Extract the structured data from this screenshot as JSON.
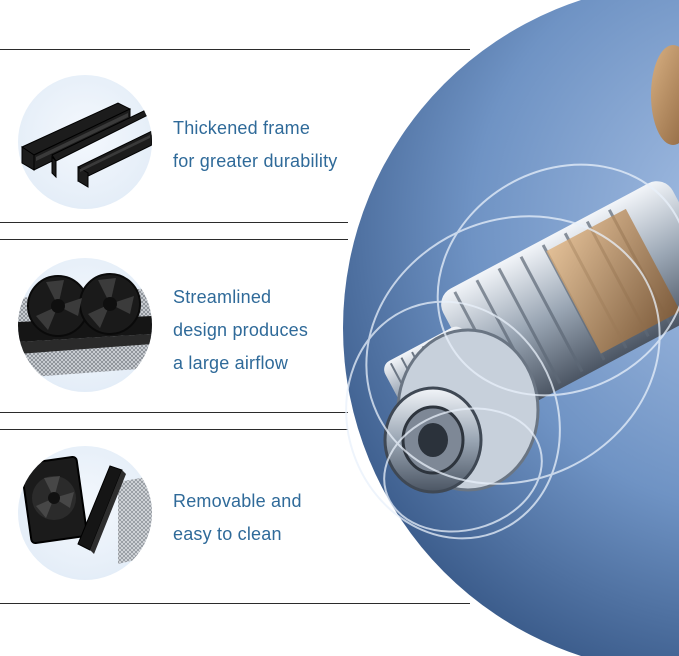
{
  "features": [
    {
      "icon": "frame-profile-icon",
      "lines": [
        "Thickened frame",
        "for greater durability"
      ]
    },
    {
      "icon": "fan-filter-icon",
      "lines": [
        "Streamlined",
        "design produces",
        "a large airflow"
      ]
    },
    {
      "icon": "removable-filter-icon",
      "lines": [
        "Removable and",
        "easy to clean"
      ]
    }
  ],
  "hero": {
    "icon": "motor-rotor-icon"
  },
  "colors": {
    "text": "#2f6a99",
    "circle": "#6f93c4",
    "rule": "#2b2b2b"
  }
}
